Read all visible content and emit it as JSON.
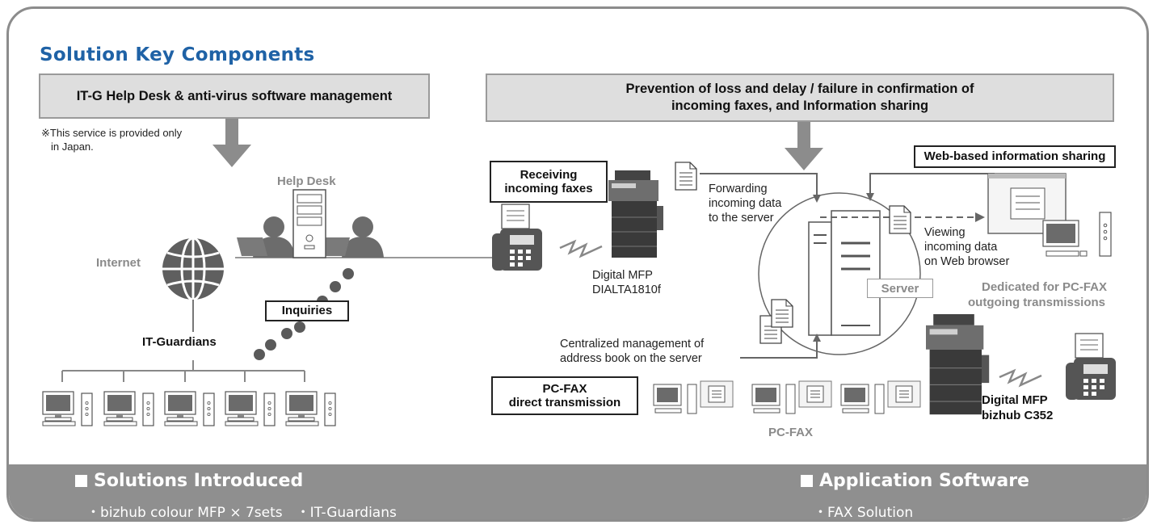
{
  "title": "Solution Key Components",
  "left_box": "IT-G Help Desk & anti-virus software management",
  "note_line1": "※This service is provided only",
  "note_line2": "in Japan.",
  "help_desk": "Help Desk",
  "internet": "Internet",
  "inquiries": "Inquiries",
  "it_guardians": "IT-Guardians",
  "right_box_line1": "Prevention of loss and delay / failure in confirmation of",
  "right_box_line2": "incoming faxes, and Information sharing",
  "receiving_line1": "Receiving",
  "receiving_line2": "incoming faxes",
  "mfp1_line1": "Digital MFP",
  "mfp1_line2": "DIALTA1810f",
  "forward_line1": "Forwarding",
  "forward_line2": "incoming data",
  "forward_line3": "to the server",
  "web_sharing": "Web-based information sharing",
  "viewing_line1": "Viewing",
  "viewing_line2": "incoming data",
  "viewing_line3": "on Web browser",
  "server": "Server",
  "dedicated_line1": "Dedicated for PC-FAX",
  "dedicated_line2": "outgoing transmissions",
  "central_line1": "Centralized management of",
  "central_line2": "address book on the server",
  "pcfax_line1": "PC-FAX",
  "pcfax_line2": "direct transmission",
  "pcfax_label": "PC-FAX",
  "mfp2_line1": "Digital MFP",
  "mfp2_line2": "bizhub C352",
  "footer": {
    "solutions_heading": "Solutions Introduced",
    "solutions_items": "・bizhub colour MFP × 7sets　・IT-Guardians",
    "app_heading": "Application Software",
    "app_items": "・FAX Solution"
  },
  "colors": {
    "title": "#1f62a6",
    "frame": "#8c8c8c",
    "footer": "#8f8f8f",
    "box_fill": "#dedede"
  }
}
